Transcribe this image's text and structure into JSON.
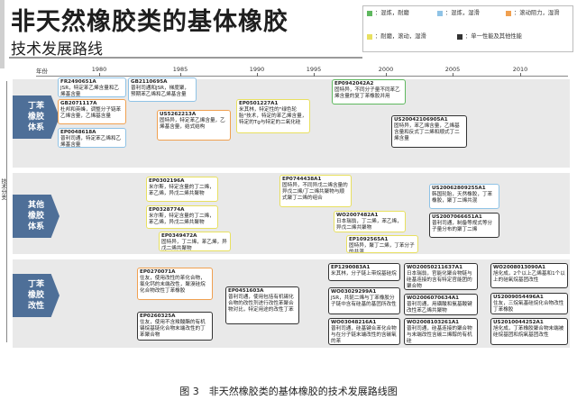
{
  "title": "非天然橡胶类的基体橡胶",
  "subtitle": "技术发展路线",
  "legend": [
    {
      "label": "：混炼，耐磨",
      "color": "#5fb85f",
      "icon": "square-swatch"
    },
    {
      "label": "：混炼，湿滑",
      "color": "#8fc3e6",
      "icon": "square-swatch"
    },
    {
      "label": "：滚动阻力，湿滑",
      "color": "#f0a050",
      "icon": "square-swatch"
    },
    {
      "label": "：耐磨，滚动，湿滑",
      "color": "#e8e060",
      "icon": "square-swatch"
    },
    {
      "label": "：单一性能及其他性能",
      "color": "#333333",
      "icon": "square-swatch"
    }
  ],
  "axis": {
    "year_label": "年份",
    "years": [
      "1980",
      "1985",
      "1990",
      "1995",
      "2000",
      "2005",
      "2010"
    ],
    "vertical_label": "技术分支"
  },
  "bands": [
    {
      "label": "丁苯\n橡胶\n体系"
    },
    {
      "label": "其他\n橡胶\n体系"
    },
    {
      "label": "丁苯\n橡胶\n改性"
    }
  ],
  "boxes": {
    "b1": {
      "id": "FR2490651A",
      "text": "JSR，特定苯乙烯含量和乙烯基含量"
    },
    "b2": {
      "id": "GB2110695A",
      "text": "普利司通和JSR，梯度聚，预期苯乙烯和乙烯基含量"
    },
    "b3": {
      "id": "GB2071117A",
      "text": "杜邦和英峰，调整分子链苯乙烯含量，乙烯基含量"
    },
    "b4": {
      "id": "US5262213A",
      "text": "固特异，特定苯乙烯含量，乙烯基含量，结式结构"
    },
    "b5": {
      "id": "EP0048618A",
      "text": "普利司通，特定苯乙烯和乙烯基含量"
    },
    "b6": {
      "id": "EP0501227A1",
      "text": "米其林，特定性的\"绿色轮胎\"技术，特定的苯乙烯含量，特定的Tg与特定的二氧化硅"
    },
    "b7": {
      "id": "EP0942042A2",
      "text": "固特异，不同分子量不同苯乙烯含量的复丁苯橡胶并用"
    },
    "b8": {
      "id": "US20042106905A1",
      "text": "固特异，苯乙烯含量，乙烯基含量和反式丁二烯和顺式丁二烯含量"
    },
    "b9": {
      "id": "EP0302196A",
      "text": "米尔斯，特定含量的丁二烯，苯乙烯，异戊二烯共聚物"
    },
    "b10": {
      "id": "EP0328774A",
      "text": "米尔斯，特定含量的丁二烯，苯乙烯，异戊二烯共聚物"
    },
    "b11": {
      "id": "EP0349472A",
      "text": "固特异，丁二烯，苯乙烯，异戊二烯共聚物"
    },
    "b12": {
      "id": "EP0744438A1",
      "text": "固特异，不同异戊二烯含量的异戊二烯/丁二烯共聚物与顺式聚丁二烯的组合"
    },
    "b13": {
      "id": "WO2007482A1",
      "text": "日本瑞翁，丁二烯，苯乙烯，异戊二烯共聚物"
    },
    "b14": {
      "id": "EP1092565A1",
      "text": "固特异，聚丁二烯，丁苯分子的共混"
    },
    "b15": {
      "id": "US20062809255A1",
      "text": "韩国轮胎，天然橡胶，丁苯橡胶，聚丁二烯共混"
    },
    "b16": {
      "id": "US2007066651A1",
      "text": "普利司通，制备等规式等分子量分布的聚丁二烯"
    },
    "b17": {
      "id": "EP0270071A",
      "text": "住友，使用改性的苯化合物，氯化钙的末端改性，聚溴硅烷化合物改性丁苯橡胶"
    },
    "b18": {
      "id": "EP0260325A",
      "text": "住友，使用不含羧酸酯的有机锡烷基链化合物末端改性的丁苯聚合物"
    },
    "b19": {
      "id": "EP0451603A",
      "text": "普利司通，使用包括有机锡化合物的改性剂进行改性苯聚合物对比，特定用途的改性丁苯"
    },
    "b20": {
      "id": "EP1290083A1",
      "text": "米其林，分子链上带烷基硅烷"
    },
    "b21": {
      "id": "WO03029299A1",
      "text": "JSR，共轭二烯与丁苯橡胶分子链中含有硅基的基团所改性"
    },
    "b22": {
      "id": "WO03048216A1",
      "text": "普利司通，硅基键合苯化合物与在分子链末端改性的含碳氧的苯"
    },
    "b23": {
      "id": "WO20050211637A1",
      "text": "日本瑞翁，官能化聚合物链与硅基连接的含有特定官能团的聚合物"
    },
    "b24": {
      "id": "WO2006070634A1",
      "text": "普利司通，用磺酸和氨基酸键改性苯乙烯共聚物"
    },
    "b25": {
      "id": "WO2008103261A1",
      "text": "普利司通，硅基连接的聚合物与末端改性含碳二烯醇的有机硅"
    },
    "b26": {
      "id": "WO2008013090A1",
      "text": "旭化成，2个以上乙烯基和1个以上的硅氧烷基团改性"
    },
    "b27": {
      "id": "US2009054496A1",
      "text": "住友，三烷氧基硅烷化合物改性丁苯橡胶"
    },
    "b28": {
      "id": "US2010044252A1",
      "text": "旭化成，丁苯橡胶聚合物末端被硅烷基团和烷氧基团改性"
    }
  },
  "caption": "图 3　非天然橡胶类的基体橡胶的技术发展路线图"
}
